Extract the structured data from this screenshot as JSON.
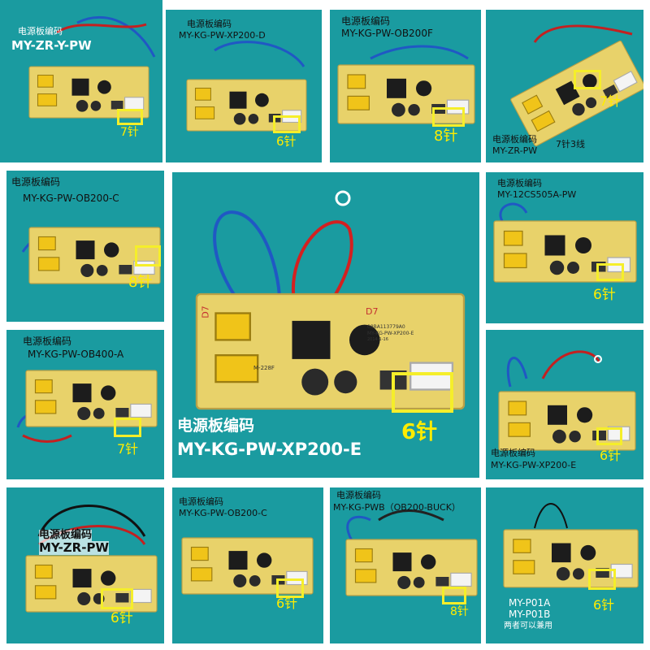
{
  "colors": {
    "tile_bg": "#1a9ba0",
    "board": "#e8d26a",
    "highlight": "#f5ee2a",
    "pin_label": "#ffec00",
    "code_label": "#ffffff"
  },
  "tiles": [
    {
      "prefix": "电源板编码",
      "code": "MY-ZR-Y-PW",
      "pins": "7针"
    },
    {
      "prefix": "电源板编码",
      "code": "MY-KG-PW-XP200-D",
      "pins": "6针"
    },
    {
      "prefix": "电源板编码",
      "code": "MY-KG-PW-OB200F",
      "pins": "8针"
    },
    {
      "prefix": "电源板编码",
      "code": "MY-ZR-PW",
      "pins": "7针",
      "note": "7针3线"
    },
    {
      "prefix": "电源板编码",
      "code": "MY-KG-PW-OB200-C",
      "pins": "8针"
    },
    {
      "prefix": "电源板编码",
      "code": "MY-KG-PW-XP200-E",
      "pins": "6针"
    },
    {
      "prefix": "电源板编码",
      "code": "MY-12CS505A-PW",
      "pins": "6针"
    },
    {
      "prefix": "电源板编码",
      "code": "MY-KG-PW-OB400-A",
      "pins": "7针"
    },
    {
      "prefix": "电源板编码",
      "code": "MY-KG-PW-XP200-E",
      "pins": "6针"
    },
    {
      "prefix": "电源板编码",
      "code": "MY-ZR-PW",
      "pins": "6针"
    },
    {
      "prefix": "电源板编码",
      "code": "MY-KG-PW-OB200-C",
      "pins": "6针"
    },
    {
      "prefix": "电源板编码",
      "code": "MY-KG-PWB（OB200-BUCK）",
      "pins": "8针"
    },
    {
      "code": "MY-P01A",
      "code2": "MY-P01B",
      "note": "两者可以兼用",
      "pins": "6针"
    }
  ],
  "board_print": {
    "d7": "D7",
    "model": "MY-KG-PW-XP200-E",
    "date": "2014-1-16",
    "m_code": "M-228F",
    "serial": "08BA113779A0"
  }
}
